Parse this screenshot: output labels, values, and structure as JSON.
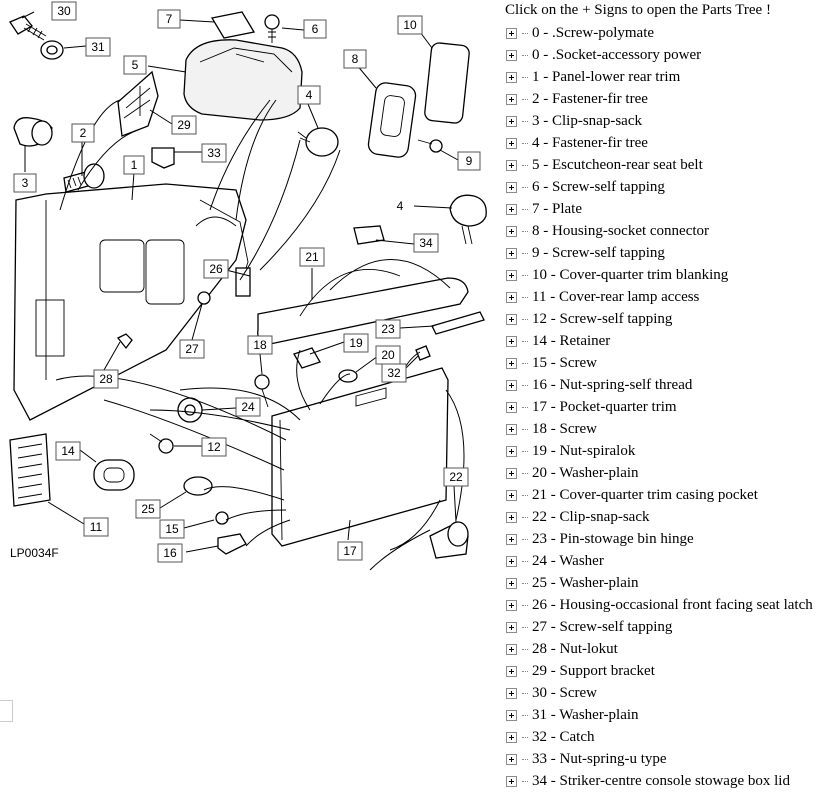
{
  "diagram": {
    "ref_code": "LP0034F",
    "callouts": [
      "30",
      "31",
      "3",
      "2",
      "29",
      "33",
      "1",
      "7",
      "6",
      "5",
      "8",
      "10",
      "4",
      "9",
      "26",
      "27",
      "28",
      "4",
      "21",
      "34",
      "23",
      "18",
      "19",
      "20",
      "32",
      "24",
      "12",
      "14",
      "11",
      "25",
      "15",
      "16",
      "22",
      "17"
    ]
  },
  "tree": {
    "title": "Click on the + Signs to open the Parts Tree !",
    "items": [
      "0 - .Screw-polymate",
      "0 - .Socket-accessory power",
      "1 - Panel-lower rear trim",
      "2 - Fastener-fir tree",
      "3 - Clip-snap-sack",
      "4 - Fastener-fir tree",
      "5 - Escutcheon-rear seat belt",
      "6 - Screw-self tapping",
      "7 - Plate",
      "8 - Housing-socket connector",
      "9 - Screw-self tapping",
      "10 - Cover-quarter trim blanking",
      "11 - Cover-rear lamp access",
      "12 - Screw-self tapping",
      "14 - Retainer",
      "15 - Screw",
      "16 - Nut-spring-self thread",
      "17 - Pocket-quarter trim",
      "18 - Screw",
      "19 - Nut-spiralok",
      "20 - Washer-plain",
      "21 - Cover-quarter trim casing pocket",
      "22 - Clip-snap-sack",
      "23 - Pin-stowage bin hinge",
      "24 - Washer",
      "25 - Washer-plain",
      "26 - Housing-occasional front facing seat latch",
      "27 - Screw-self tapping",
      "28 - Nut-lokut",
      "29 - Support bracket",
      "30 - Screw",
      "31 - Washer-plain",
      "32 - Catch",
      "33 - Nut-spring-u type",
      "34 - Striker-centre console stowage box lid"
    ]
  }
}
